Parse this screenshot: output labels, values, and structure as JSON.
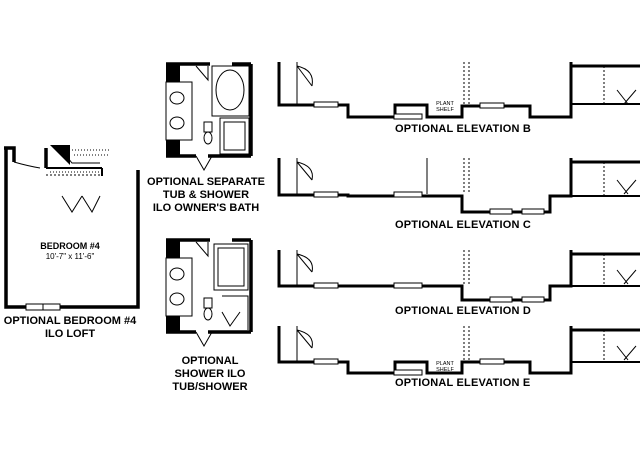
{
  "labels": {
    "elevation_b": "OPTIONAL ELEVATION B",
    "elevation_c": "OPTIONAL ELEVATION C",
    "elevation_d": "OPTIONAL ELEVATION D",
    "elevation_e": "OPTIONAL ELEVATION E",
    "bath_option_1": [
      "OPTIONAL SEPARATE",
      "TUB & SHOWER",
      "ILO OWNER'S BATH"
    ],
    "bath_option_2": [
      "OPTIONAL",
      "SHOWER ILO",
      "TUB/SHOWER"
    ],
    "loft_option": [
      "OPTIONAL BEDROOM #4",
      "ILO LOFT"
    ],
    "bedroom_name": "BEDROOM #4",
    "bedroom_dim": "10'-7\" x 11'-6\"",
    "plant_shelf_b": [
      "PLANT",
      "SHELF"
    ],
    "plant_shelf_e": [
      "PLANT",
      "SHELF"
    ]
  },
  "colors": {
    "wall": "#000000",
    "fixture": "#000000",
    "background": "#ffffff"
  }
}
